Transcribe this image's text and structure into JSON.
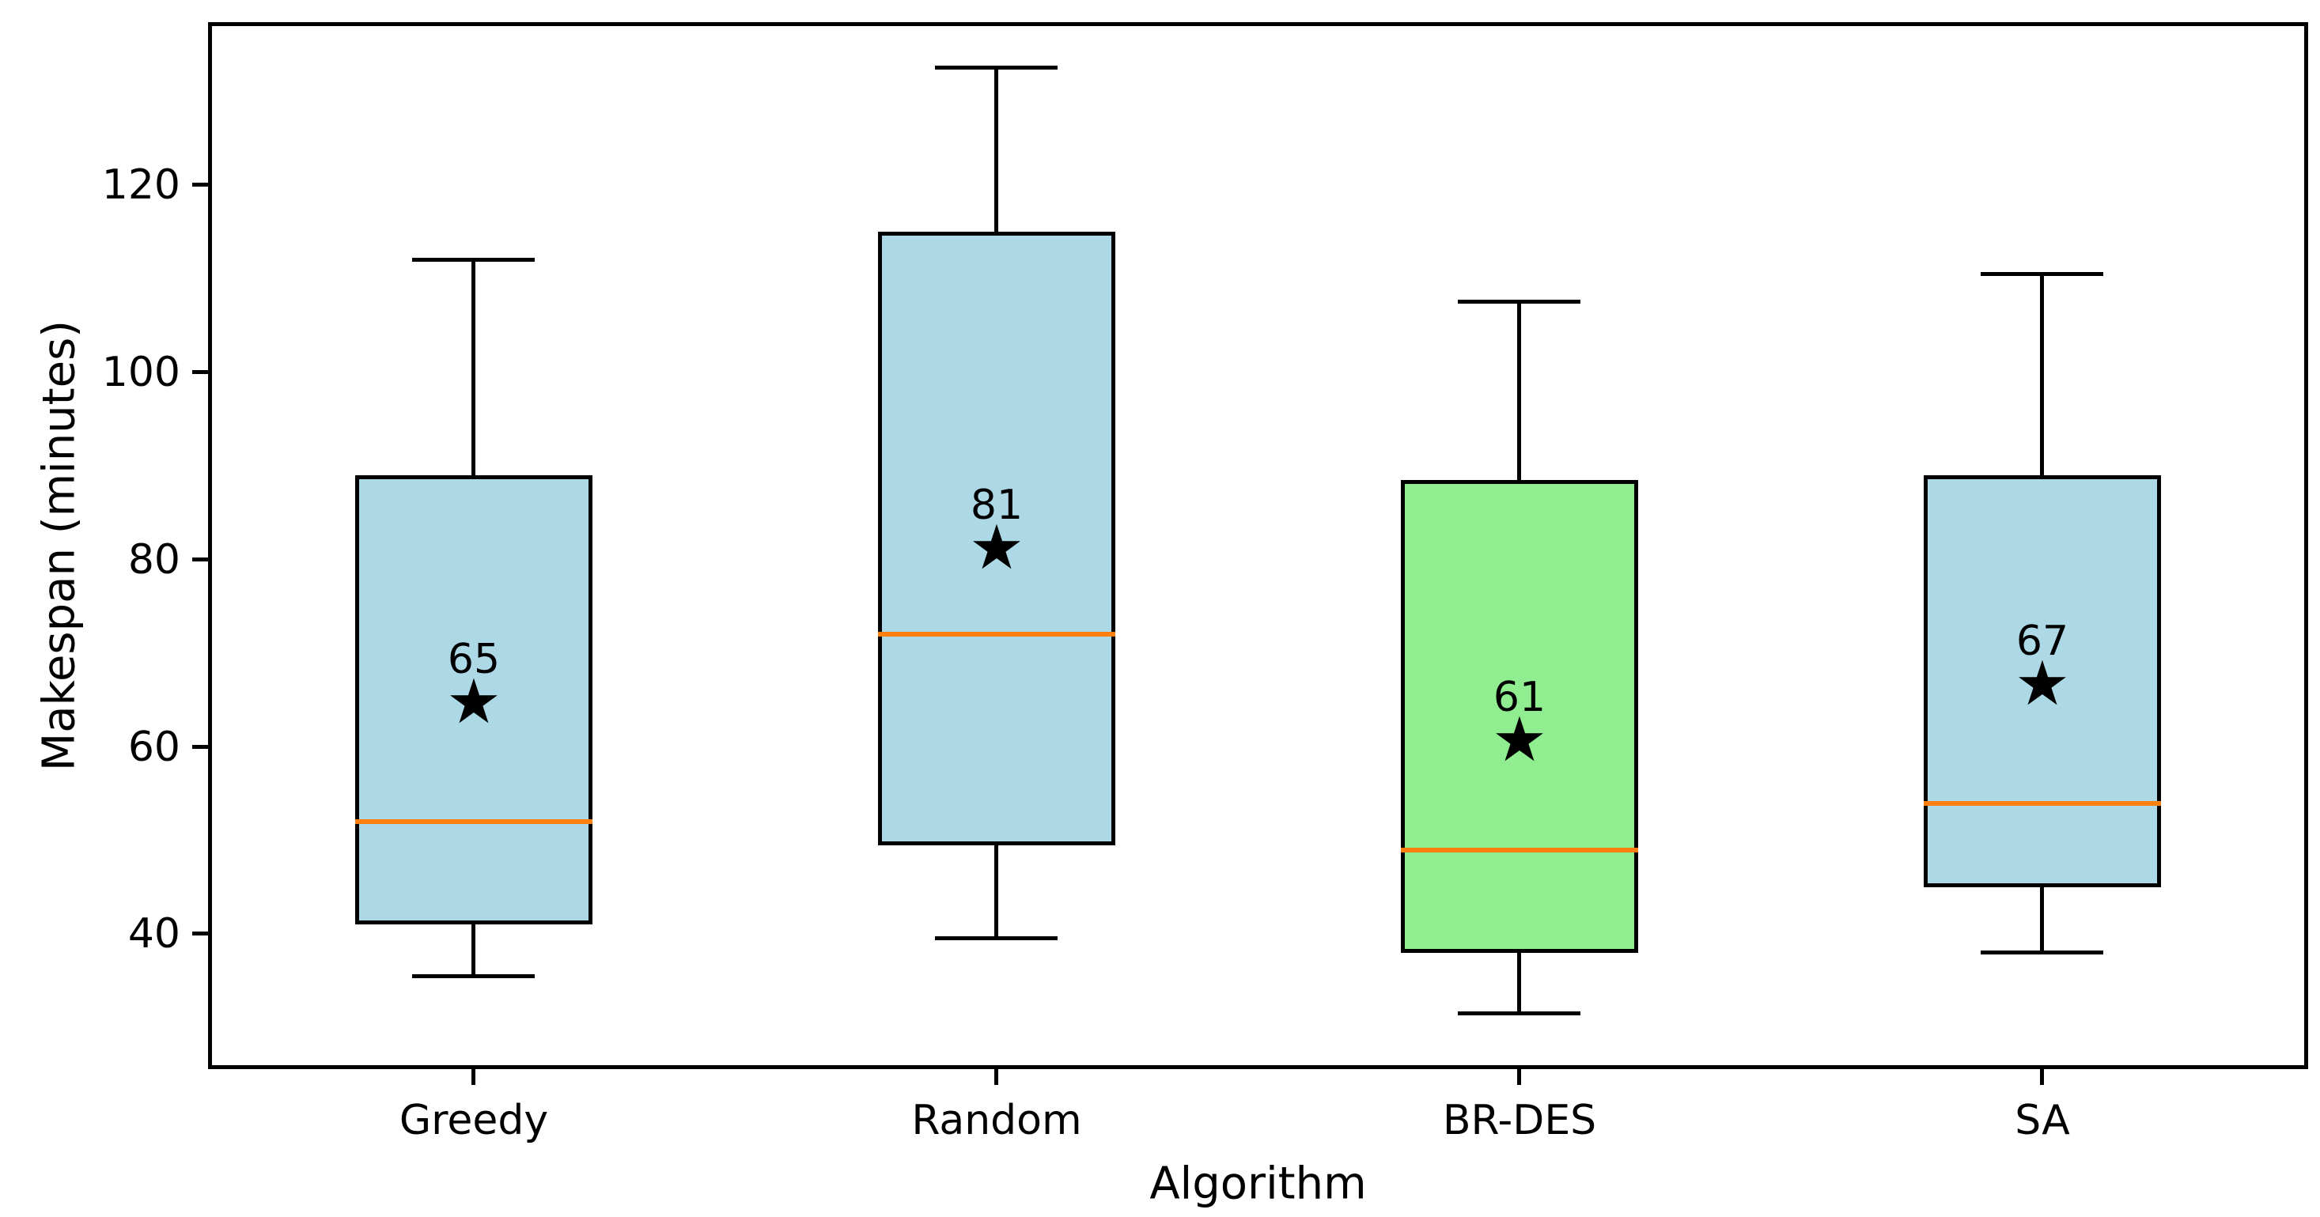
{
  "chart_data": {
    "type": "box",
    "title": "",
    "xlabel": "Algorithm",
    "ylabel": "Makespan (minutes)",
    "categories": [
      "Greedy",
      "Random",
      "BR-DES",
      "SA"
    ],
    "ylim": [
      26,
      137
    ],
    "yticks": [
      40,
      60,
      80,
      100,
      120
    ],
    "grid": false,
    "legend": "none",
    "series": [
      {
        "label": "Greedy",
        "whisker_low": 35.5,
        "q1": 41,
        "median": 52,
        "q3": 89,
        "whisker_high": 112,
        "mean": 64.5,
        "mean_label": "65",
        "fill": "#add8e6"
      },
      {
        "label": "Random",
        "whisker_low": 39.5,
        "q1": 49.5,
        "median": 72,
        "q3": 115,
        "whisker_high": 132.5,
        "mean": 81,
        "mean_label": "81",
        "fill": "#add8e6"
      },
      {
        "label": "BR-DES",
        "whisker_low": 31.5,
        "q1": 38,
        "median": 49,
        "q3": 88.5,
        "whisker_high": 107.5,
        "mean": 60.5,
        "mean_label": "61",
        "fill": "#90ee90"
      },
      {
        "label": "SA",
        "whisker_low": 38,
        "q1": 45,
        "median": 54,
        "q3": 89,
        "whisker_high": 110.5,
        "mean": 66.5,
        "mean_label": "67",
        "fill": "#add8e6"
      }
    ],
    "colors": {
      "median_line": "#ff7f0e",
      "box_edge": "#000000",
      "whisker": "#000000",
      "mean_marker": "#000000",
      "box_fill_default": "#add8e6",
      "box_fill_highlight": "#90ee90",
      "background": "#ffffff"
    },
    "mean_marker_glyph": "star"
  }
}
